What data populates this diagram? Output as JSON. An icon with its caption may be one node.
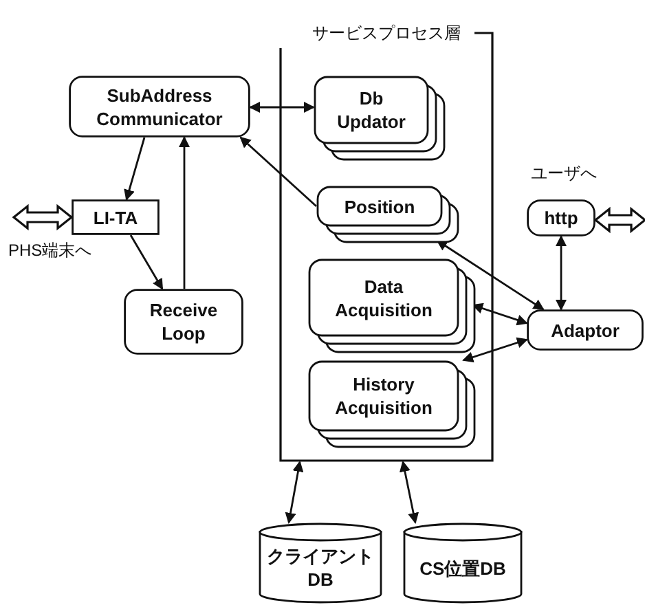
{
  "diagram": {
    "nodes": [
      {
        "text": [
          "サービスプロセス層"
        ]
      },
      {
        "text": [
          "SubAddress Communicator"
        ]
      },
      {
        "text": [
          "Db Updator"
        ],
        "in": 0
      },
      {
        "text": [
          "Position"
        ],
        "in": 0
      },
      {
        "text": [
          "Data Acquisition"
        ],
        "in": 0
      },
      {
        "text": [
          "History Acquisition"
        ],
        "in": 0
      },
      {
        "text": [
          "LI-TA"
        ],
        "beside": [
          "PHS端末へ"
        ]
      },
      {
        "text": [
          "Receive Loop"
        ]
      },
      {
        "text": [
          "http"
        ],
        "beside": [
          "ユーザへ"
        ]
      },
      {
        "text": [
          "Adaptor"
        ]
      },
      {
        "text": [
          "クライアントDB"
        ]
      },
      {
        "text": [
          "CS位置DB"
        ]
      }
    ],
    "edges": [
      {
        "from": 1,
        "to": 2,
        "arrow": "both"
      },
      {
        "from": 3,
        "to": 1,
        "arrow": "to"
      },
      {
        "from": 1,
        "to": 6,
        "arrow": "to"
      },
      {
        "from": 6,
        "to": 7,
        "arrow": "to"
      },
      {
        "from": 7,
        "to": 1,
        "arrow": "to"
      },
      {
        "from": 3,
        "to": 9,
        "arrow": "both"
      },
      {
        "from": 4,
        "to": 9,
        "arrow": "both"
      },
      {
        "from": 5,
        "to": 9,
        "arrow": "both"
      },
      {
        "from": 8,
        "to": 9,
        "arrow": "both"
      },
      {
        "from": 0,
        "to": 10,
        "arrow": "both"
      },
      {
        "from": 0,
        "to": 11,
        "arrow": "both"
      },
      {
        "from": null,
        "to": 6,
        "arrow": "both",
        "style": "thick"
      },
      {
        "from": 8,
        "to": null,
        "arrow": "both",
        "style": "thick"
      }
    ]
  }
}
